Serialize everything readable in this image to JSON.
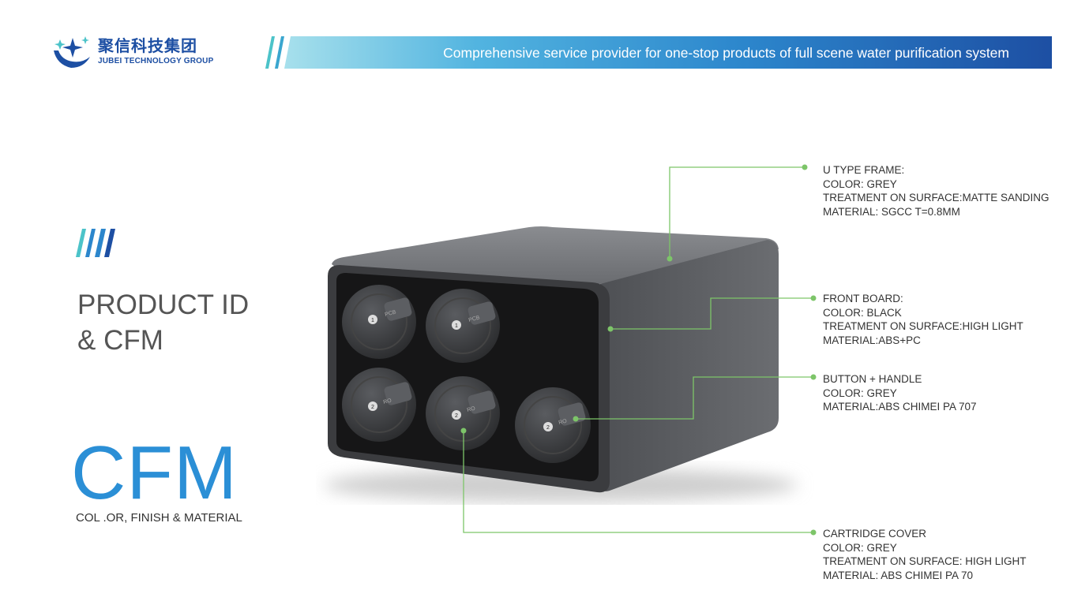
{
  "header": {
    "logo_cn": "聚信科技集团",
    "logo_en": "JUBEI TECHNOLOGY GROUP",
    "tagline": "Comprehensive service provider for one-stop products of full scene water purification system"
  },
  "left": {
    "title_line1": "PRODUCT ID",
    "title_line2": "& CFM",
    "cfm": "CFM",
    "cfm_sub": "COL .OR, FINISH & MATERIAL"
  },
  "product": {
    "cartridges": [
      {
        "num": "1",
        "label": "PCB"
      },
      {
        "num": "1",
        "label": "PCB"
      },
      {
        "num": "2",
        "label": "RO"
      },
      {
        "num": "2",
        "label": "RO"
      },
      {
        "num": "2",
        "label": "RO"
      }
    ]
  },
  "callouts": {
    "frame": [
      "U TYPE FRAME:",
      "COLOR: GREY",
      "TREATMENT ON SURFACE:MATTE SANDING",
      "MATERIAL: SGCC T=0.8MM"
    ],
    "front": [
      "FRONT BOARD:",
      "COLOR: BLACK",
      "TREATMENT ON SURFACE:HIGH LIGHT",
      "MATERIAL:ABS+PC"
    ],
    "button": [
      "BUTTON + HANDLE",
      "COLOR: GREY",
      "MATERIAL:ABS CHIMEI PA 707"
    ],
    "cover": [
      "CARTRIDGE COVER",
      "COLOR: GREY",
      "TREATMENT ON SURFACE: HIGH LIGHT",
      "MATERIAL: ABS CHIMEI PA 70"
    ]
  },
  "colors": {
    "accent_blue": "#2b8fd6",
    "banner_dark": "#1d4fa3",
    "callout_green": "#7dc569",
    "teal": "#4cc3c9"
  }
}
